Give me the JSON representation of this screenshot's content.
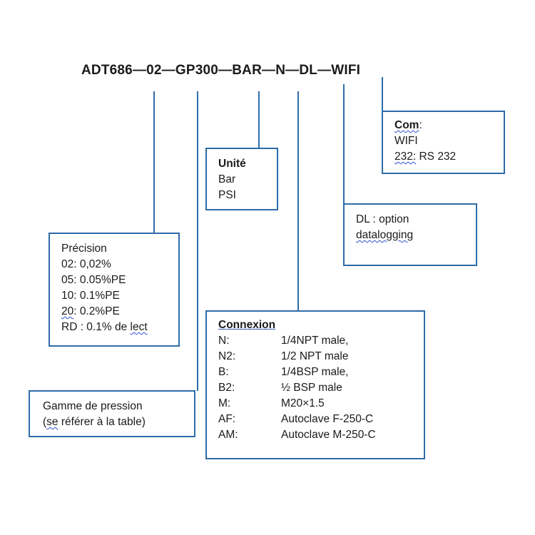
{
  "code": "ADT686—02—GP300—BAR—N—DL—WIFI",
  "precision": {
    "title": "Précision",
    "items": [
      {
        "k": "02",
        "v": ": 0,02%"
      },
      {
        "k": "05",
        "v": ": 0.05%PE"
      },
      {
        "k": "10",
        "v": ": 0.1%PE"
      },
      {
        "k": "20",
        "v": ": 0.2%PE"
      },
      {
        "k": "RD",
        "v": " : 0.1% de "
      }
    ],
    "lect": "lect"
  },
  "gamme": {
    "line1": "Gamme de pression",
    "line2_open": "(",
    "line2_se": "se",
    "line2_rest": " référer à la table)"
  },
  "unite": {
    "title": "Unité",
    "items": [
      "Bar",
      "PSI"
    ]
  },
  "connexion": {
    "title": "Connexion",
    "items": [
      {
        "k": "N:",
        "v": "1/4NPT male,"
      },
      {
        "k": "N2:",
        "v": "1/2 NPT male"
      },
      {
        "k": "B:",
        "v": "1/4BSP male,"
      },
      {
        "k": "B2:",
        "v": "½ BSP male"
      },
      {
        "k": "M:",
        "v": "M20×1.5"
      },
      {
        "k": "AF:",
        "v": "Autoclave F-250-C"
      },
      {
        "k": "AM:",
        "v": "Autoclave M-250-C"
      }
    ]
  },
  "dl": {
    "line1": "DL : option",
    "line2": "datalogging"
  },
  "com": {
    "title": "Com",
    "colon": ":",
    "wifi": "WIFI",
    "k232": "232:",
    "v232": " RS 232"
  }
}
